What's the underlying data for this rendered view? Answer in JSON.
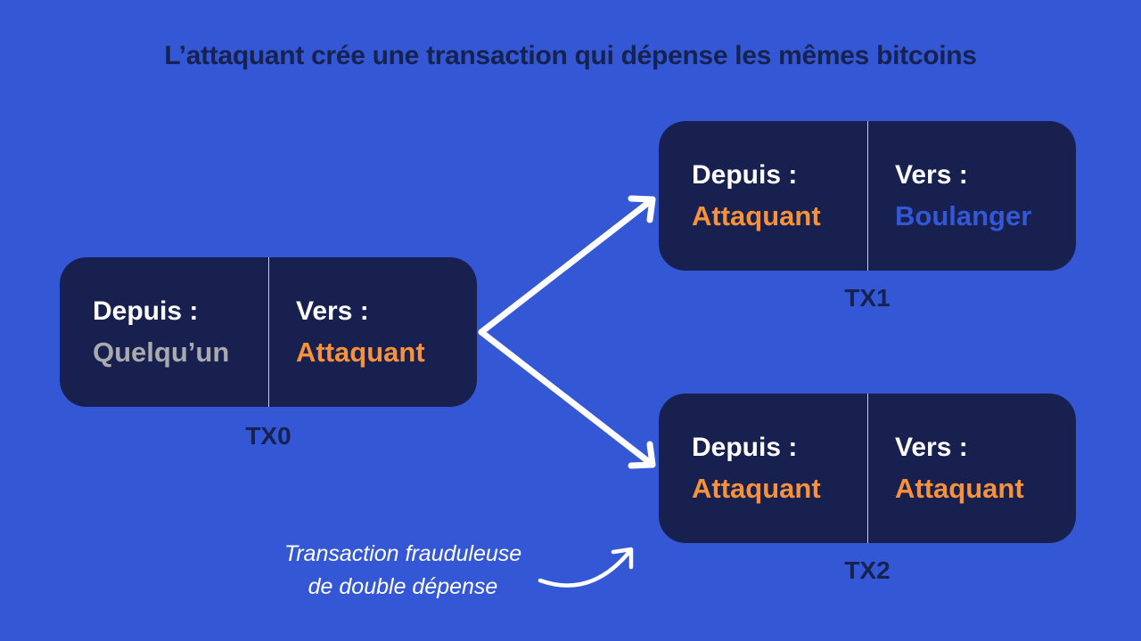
{
  "title": "L’attaquant crée une transaction qui dépense les mêmes bitcoins",
  "colors": {
    "background": "#3457D5",
    "box": "#17204F",
    "attacker": "#F7923A",
    "someone": "#A9A9AE",
    "baker": "#3457D5",
    "label_dark": "#16224F",
    "arrow": "#FFFFFF"
  },
  "transactions": {
    "tx0": {
      "from_label": "Depuis :",
      "from_value": "Quelqu’un",
      "to_label": "Vers :",
      "to_value": "Attaquant",
      "name": "TX0"
    },
    "tx1": {
      "from_label": "Depuis :",
      "from_value": "Attaquant",
      "to_label": "Vers :",
      "to_value": "Boulanger",
      "name": "TX1"
    },
    "tx2": {
      "from_label": "Depuis :",
      "from_value": "Attaquant",
      "to_label": "Vers :",
      "to_value": "Attaquant",
      "name": "TX2"
    }
  },
  "note": {
    "line1": "Transaction frauduleuse",
    "line2": "de double dépense"
  },
  "icons": [
    "arrow-to-tx1-icon",
    "arrow-to-tx2-icon",
    "curved-arrow-icon"
  ]
}
